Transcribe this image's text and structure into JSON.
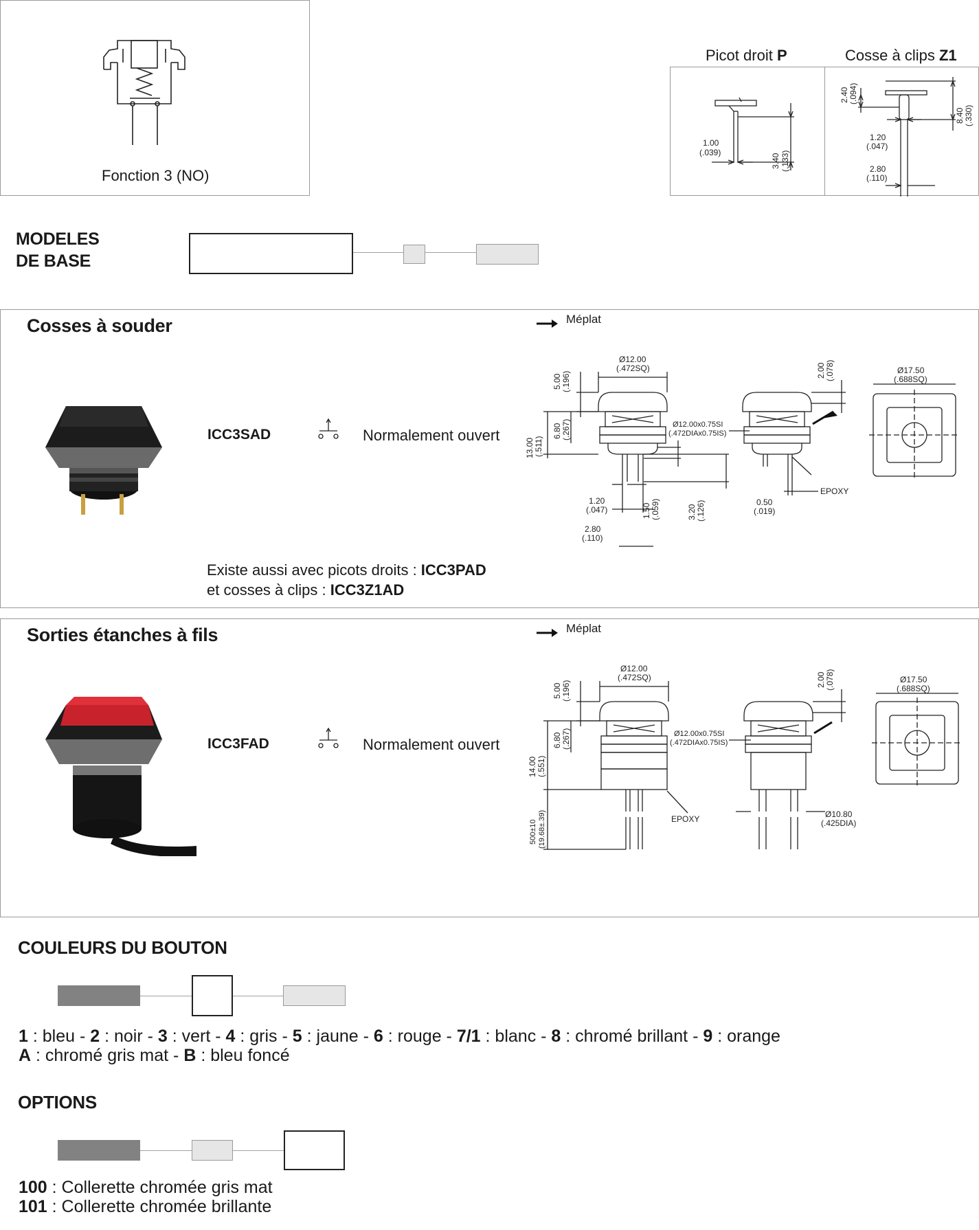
{
  "top": {
    "function_label": "Fonction 3 (NO)",
    "picot": {
      "label": "Picot droit ",
      "code": "P",
      "dim_a": "1.00",
      "dim_a_in": "(.039)",
      "dim_b": "3.40",
      "dim_b_in": "(.133)"
    },
    "cosse": {
      "label": "Cosse à clips ",
      "code": "Z1",
      "dim_a": "2.40",
      "dim_a_in": "(.094)",
      "dim_b": "8.40",
      "dim_b_in": "(.330)",
      "dim_c": "1.20",
      "dim_c_in": "(.047)",
      "dim_d": "2.80",
      "dim_d_in": "(.110)"
    }
  },
  "modeles": {
    "line1": "MODELES",
    "line2": "DE BASE"
  },
  "section1": {
    "title": "Cosses à souder",
    "meplat": "Méplat",
    "code": "ICC3SAD",
    "desc": "Normalement ouvert",
    "also_prefix": "Existe aussi avec picots droits : ",
    "also_code1": "ICC3PAD",
    "also_mid": "et cosses à clips : ",
    "also_code2": "ICC3Z1AD",
    "dims": {
      "d1": "Ø12.00",
      "d1_in": "(.472SQ)",
      "d2": "5.00",
      "d2_in": "(.196)",
      "d3": "2.00",
      "d3_in": "(.078)",
      "d4": "Ø17.50",
      "d4_in": "(.688SQ)",
      "d5": "13.00",
      "d5_in": "(.511)",
      "d6": "6.80",
      "d6_in": "(.267)",
      "thread": "Ø12.00x0.75SI",
      "thread_in": "(.472DIAx0.75IS)",
      "d7": "1.20",
      "d7_in": "(.047)",
      "d8": "1.50",
      "d8_in": "(.059)",
      "d9": "2.80",
      "d9_in": "(.110)",
      "d10": "3.20",
      "d10_in": "(.126)",
      "d11": "0.50",
      "d11_in": "(.019)",
      "epoxy": "EPOXY"
    }
  },
  "section2": {
    "title": "Sorties étanches à fils",
    "meplat": "Méplat",
    "code": "ICC3FAD",
    "desc": "Normalement ouvert",
    "dims": {
      "d1": "Ø12.00",
      "d1_in": "(.472SQ)",
      "d2": "5.00",
      "d2_in": "(.196)",
      "d3": "2.00",
      "d3_in": "(.078)",
      "d4": "Ø17.50",
      "d4_in": "(.688SQ)",
      "d5": "14.00",
      "d5_in": "(.551)",
      "d6": "6.80",
      "d6_in": "(.267)",
      "thread": "Ø12.00x0.75SI",
      "thread_in": "(.472DIAx0.75IS)",
      "d7": "500±10",
      "d7_in": "(19.68±.39)",
      "d8": "Ø10.80",
      "d8_in": "(.425DIA)",
      "epoxy": "EPOXY"
    }
  },
  "couleurs": {
    "title": "COULEURS DU BOUTON",
    "line1": [
      {
        "n": "1",
        "t": " : bleu - "
      },
      {
        "n": "2",
        "t": " : noir - "
      },
      {
        "n": "3",
        "t": " : vert - "
      },
      {
        "n": "4",
        "t": " : gris - "
      },
      {
        "n": "5",
        "t": " : jaune - "
      },
      {
        "n": "6",
        "t": " : rouge - "
      },
      {
        "n": "7/1",
        "t": " : blanc -  "
      },
      {
        "n": "8",
        "t": " : chromé brillant - "
      },
      {
        "n": "9",
        "t": " : orange"
      }
    ],
    "line2": [
      {
        "n": "A",
        "t": " : chromé gris mat - "
      },
      {
        "n": "B",
        "t": " : bleu foncé"
      }
    ]
  },
  "options": {
    "title": "OPTIONS",
    "items": [
      {
        "n": "100",
        "t": " : Collerette chromée gris mat"
      },
      {
        "n": "101",
        "t": " : Collerette chromée brillante"
      }
    ]
  },
  "colors": {
    "dark_bar": "#828282",
    "light_bar": "#e6e6e6",
    "border": "#9a9a9a"
  }
}
